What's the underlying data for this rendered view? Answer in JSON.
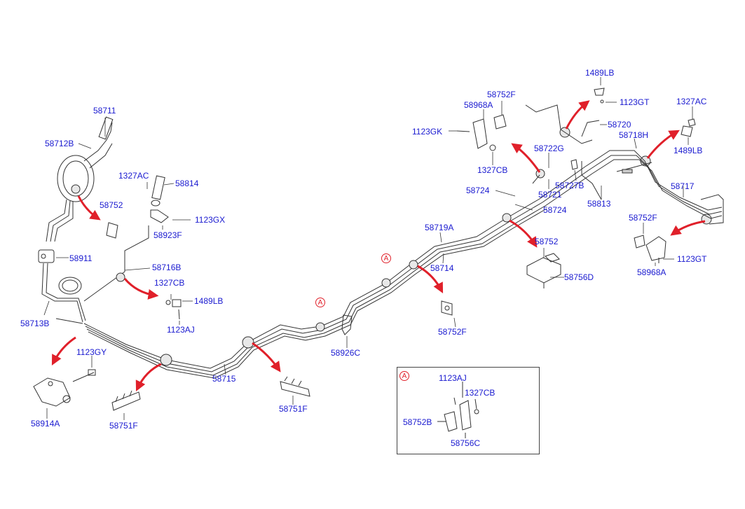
{
  "diagram": {
    "callouts": {
      "p58711": "58711",
      "p58712B": "58712B",
      "p1327AC_a": "1327AC",
      "p58814": "58814",
      "p58752_a": "58752",
      "p1123GX": "1123GX",
      "p58923F": "58923F",
      "p58911": "58911",
      "p58716B": "58716B",
      "p1327CB_a": "1327CB",
      "p1489LB_a": "1489LB",
      "p1123AJ_a": "1123AJ",
      "p58713B": "58713B",
      "p1123GY": "1123GY",
      "p58914A": "58914A",
      "p58751F_a": "58751F",
      "p58715": "58715",
      "p58751F_b": "58751F",
      "p58926C": "58926C",
      "p58719A": "58719A",
      "p58714": "58714",
      "p58752F_a": "58752F",
      "p58752_b": "58752",
      "p58756D": "58756D",
      "p58752F_b": "58752F",
      "p58968A_a": "58968A",
      "p1123GK": "1123GK",
      "p1327CB_b": "1327CB",
      "p58722G": "58722G",
      "p58721": "58721",
      "p58724_a": "58724",
      "p58724_b": "58724",
      "p58727B": "58727B",
      "p58813": "58813",
      "p1489LB_b": "1489LB",
      "p1123GT_a": "1123GT",
      "p58720": "58720",
      "p58718H": "58718H",
      "p1327AC_b": "1327AC",
      "p1489LB_c": "1489LB",
      "p58717": "58717",
      "p58752F_c": "58752F",
      "p1123GT_b": "1123GT",
      "p58968A_b": "58968A"
    },
    "section_marker": "A",
    "inset": {
      "marker": "A",
      "callouts": {
        "p1123AJ": "1123AJ",
        "p1327CB": "1327CB",
        "p58752B": "58752B",
        "p58756C": "58756C"
      }
    },
    "colors": {
      "label": "#1a1ad0",
      "arrow": "#e0202a",
      "line": "#333333",
      "marker": "#e0202a"
    }
  }
}
